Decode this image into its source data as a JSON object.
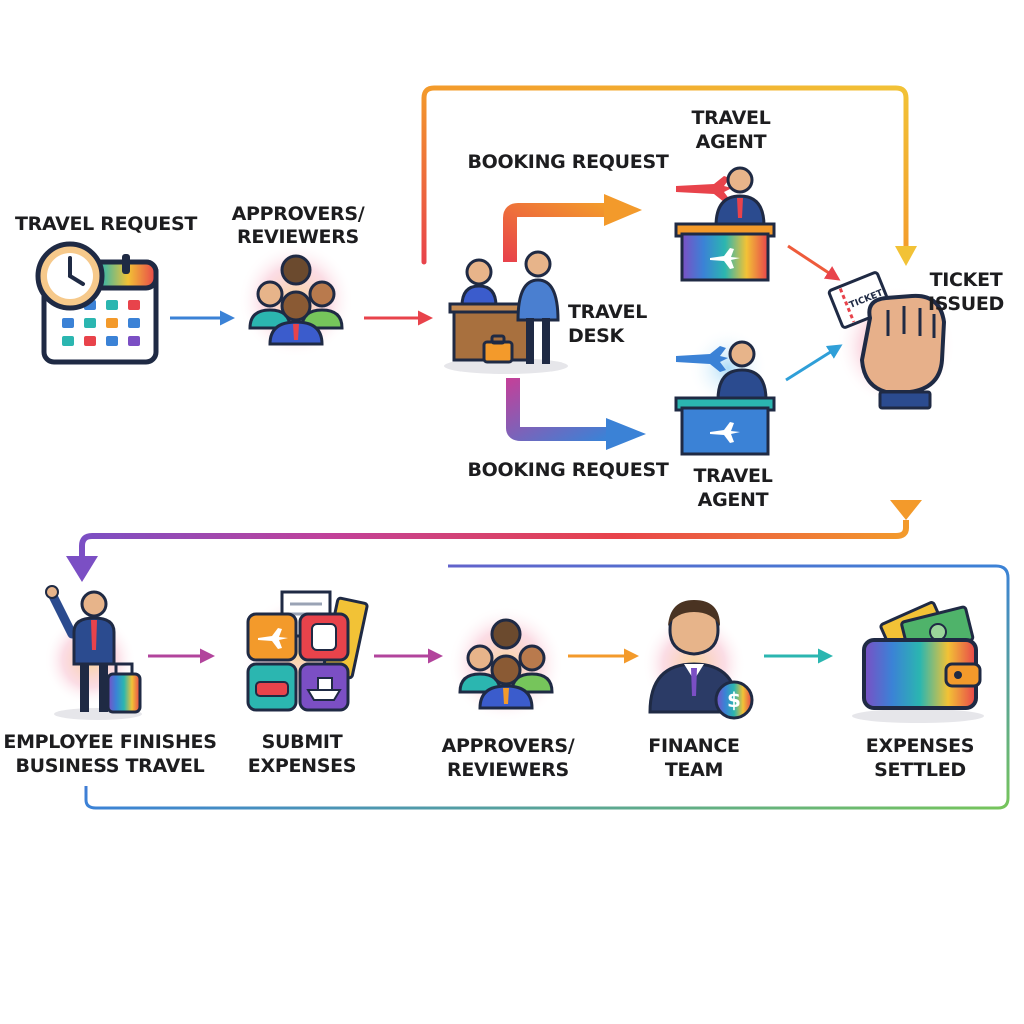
{
  "labels": {
    "travel_request": "TRAVEL REQUEST",
    "approvers_top_1": "APPROVERS/",
    "approvers_top_2": "REVIEWERS",
    "travel_desk_1": "TRAVEL",
    "travel_desk_2": "DESK",
    "booking_request_top": "BOOKING REQUEST",
    "booking_request_bottom": "BOOKING REQUEST",
    "travel_agent_top_1": "TRAVEL",
    "travel_agent_top_2": "AGENT",
    "travel_agent_bottom_1": "TRAVEL",
    "travel_agent_bottom_2": "AGENT",
    "ticket_issued_1": "TICKET",
    "ticket_issued_2": "ISSUED",
    "ticket_text": "TICKET",
    "employee_1": "EMPLOYEE FINISHES",
    "employee_2": "BUSINESS TRAVEL",
    "submit_1": "SUBMIT",
    "submit_2": "EXPENSES",
    "approvers_bottom_1": "APPROVERS/",
    "approvers_bottom_2": "REVIEWERS",
    "finance_1": "FINANCE",
    "finance_2": "TEAM",
    "settled_1": "EXPENSES",
    "settled_2": "SETTLED",
    "dollar_sign": "$"
  },
  "icons": {
    "travel_request": "calendar-clock-icon",
    "approvers": "people-group-icon",
    "travel_desk": "desk-agents-icon",
    "travel_agent": "agent-counter-icon",
    "ticket_issued": "hand-ticket-icon",
    "employee": "traveler-waving-icon",
    "submit_expenses": "receipts-icon",
    "finance": "finance-person-icon",
    "expenses_settled": "wallet-icon"
  },
  "colors": {
    "red": "#e8434b",
    "orange": "#f39a2b",
    "yellow": "#f2c236",
    "green": "#76c55b",
    "teal": "#2bb6b0",
    "blue": "#3b82d6",
    "purple": "#7b4fc4",
    "magenta": "#c1419a"
  }
}
